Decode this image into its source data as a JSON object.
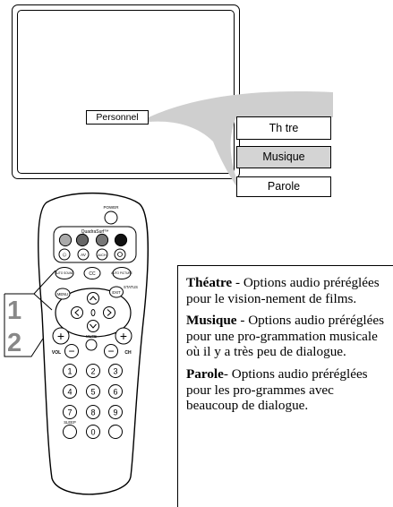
{
  "tv": {
    "personnel_label": "Personnel"
  },
  "options": [
    {
      "label": "Th tre"
    },
    {
      "label": "Musique"
    },
    {
      "label": "Parole"
    }
  ],
  "remote": {
    "power_label": "POWER",
    "quadrasurf_label": "QuadraSurf™",
    "av_label": "AV",
    "a_ch_label": "A/CH",
    "auto_sound_label": "AUTO SOUND",
    "cc_label": "CC",
    "auto_picture_label": "AUTO PICTURE",
    "menu_label": "MENU",
    "exit_label": "EXIT",
    "status_label": "STATUS",
    "mute_label": "MUTE",
    "vol_label": "VOL",
    "ch_label": "CH",
    "sleep_label": "SLEEP",
    "digits": [
      "1",
      "2",
      "3",
      "4",
      "5",
      "6",
      "7",
      "8",
      "9",
      "0"
    ]
  },
  "steps": [
    "1",
    "2"
  ],
  "descriptions": [
    {
      "term": "Théatre",
      "text": " - Options audio préréglées pour le vision-nement de films."
    },
    {
      "term": "Musique",
      "text": " - Options audio préréglées pour une pro-grammation musicale où il y a très peu de dialogue."
    },
    {
      "term": "Parole",
      "text": "- Options audio préréglées pour les pro-grammes avec beaucoup de dialogue."
    }
  ]
}
